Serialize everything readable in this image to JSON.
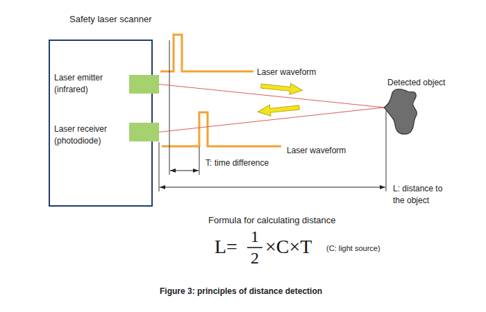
{
  "diagram": {
    "caption": "Figure 3: principles of distance detection",
    "nodes": [
      {
        "text": [
          "Safety laser scanner"
        ]
      },
      {
        "text": [
          "Laser emitter (infrared)"
        ],
        "in": 0
      },
      {
        "text": [
          "Laser receiver (photodiode)"
        ],
        "in": 0
      },
      {
        "text": [
          "Detected object"
        ]
      }
    ],
    "edges": [
      {
        "from": 1,
        "to": 3,
        "arrow": "none"
      },
      {
        "from": 3,
        "to": 2,
        "arrow": "none"
      }
    ],
    "labels": [
      "Laser waveform",
      "Laser waveform",
      "T: time difference",
      "L: distance to the object",
      "Formula for calculating distance",
      "L=",
      "1",
      "2",
      "×C×T",
      "(C: light source)"
    ]
  }
}
